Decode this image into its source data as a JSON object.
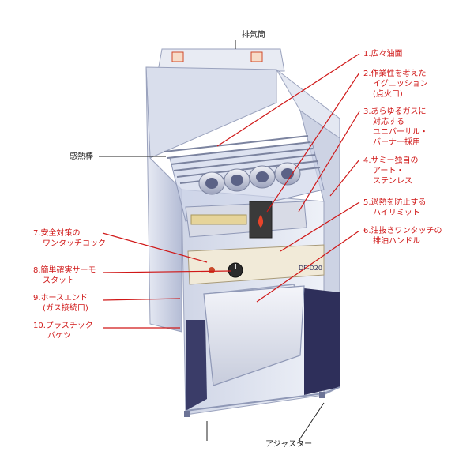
{
  "colors": {
    "callout_red": "#d01818",
    "callout_black": "#222222",
    "cabinet_light": "#dfe4f0",
    "cabinet_mid": "#b9c1d8",
    "cabinet_dark": "#4a4f78",
    "lower_panel": "#2e2f5a",
    "control_panel": "#f1ead8"
  },
  "labels": {
    "exhaust": "排気筒",
    "heat_rod": "感熱棒",
    "adjuster": "アジャスター"
  },
  "features": [
    {
      "number": "1.",
      "lines": [
        "広々油面"
      ]
    },
    {
      "number": "2.",
      "lines": [
        "作業性を考えた",
        "イグニッション",
        "(点火口)"
      ]
    },
    {
      "number": "3.",
      "lines": [
        "あらゆるガスに",
        "対応する",
        "ユニバーサル・",
        "バーナー採用"
      ]
    },
    {
      "number": "4.",
      "lines": [
        "サミー独自の",
        "アート・",
        "ステンレス"
      ]
    },
    {
      "number": "5.",
      "lines": [
        "過熱を防止する",
        "ハイリミット"
      ]
    },
    {
      "number": "6.",
      "lines": [
        "油抜きワンタッチの",
        "排油ハンドル"
      ]
    },
    {
      "number": "7.",
      "lines": [
        "安全対策の",
        "ワンタッチコック"
      ]
    },
    {
      "number": "8.",
      "lines": [
        "簡単確実サーモ",
        "スタット"
      ]
    },
    {
      "number": "9.",
      "lines": [
        "ホースエンド",
        "(ガス接続口)"
      ]
    },
    {
      "number": "10.",
      "lines": [
        "プラスチック",
        "バケツ"
      ]
    }
  ],
  "device": {
    "model_label": "DF-D20"
  },
  "icons": [
    "logo-badge-icon",
    "flame-icon",
    "thermostat-knob-icon"
  ]
}
